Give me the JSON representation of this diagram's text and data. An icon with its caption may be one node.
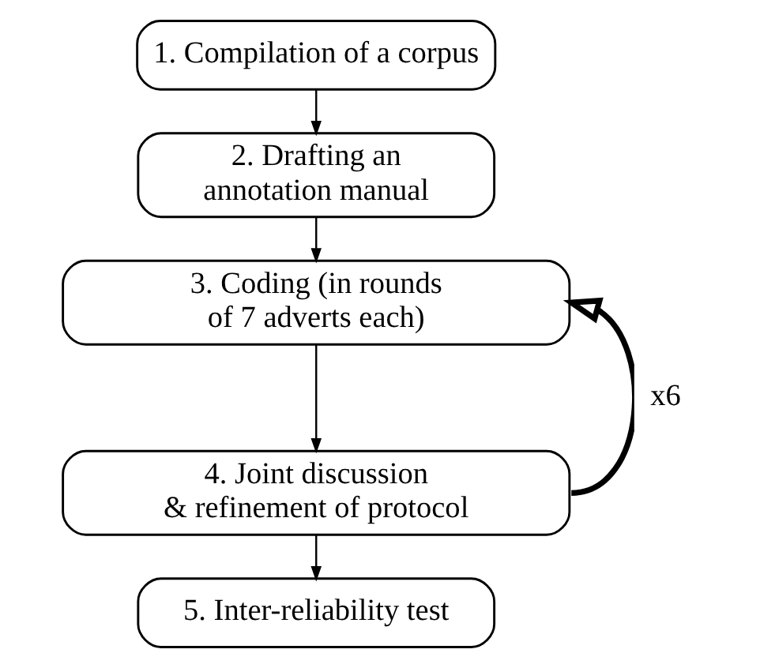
{
  "diagram": {
    "nodes": [
      {
        "text": [
          "1. Compilation of a corpus"
        ]
      },
      {
        "text": [
          "2. Drafting an annotation manual"
        ]
      },
      {
        "text": [
          "3. Coding (in rounds of 7 adverts each)"
        ]
      },
      {
        "text": [
          "4. Joint discussion & refinement of protocol"
        ]
      },
      {
        "text": [
          "5. Inter-reliability test"
        ]
      }
    ],
    "edges": [
      {
        "from": 0,
        "to": 1,
        "arrow": "to"
      },
      {
        "from": 1,
        "to": 2,
        "arrow": "to"
      },
      {
        "from": 2,
        "to": 3,
        "arrow": "to"
      },
      {
        "from": 3,
        "to": 4,
        "arrow": "to"
      },
      {
        "from": 3,
        "to": 2,
        "arrow": "to",
        "label": "x6",
        "style": "thick"
      }
    ]
  }
}
